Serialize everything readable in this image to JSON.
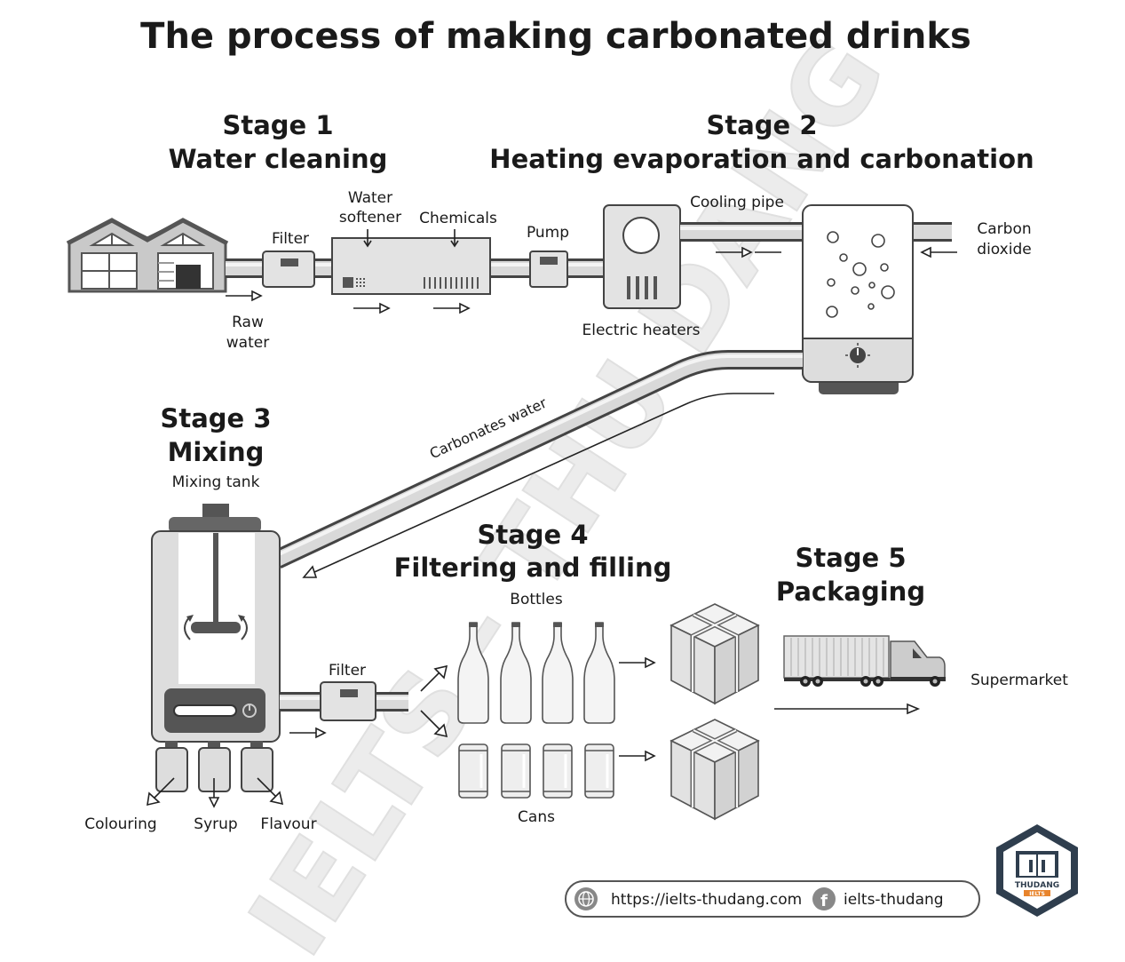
{
  "title": "The process of making carbonated drinks",
  "stages": {
    "s1": {
      "number": "Stage 1",
      "name": "Water cleaning"
    },
    "s2": {
      "number": "Stage 2",
      "name": "Heating evaporation and carbonation"
    },
    "s3": {
      "number": "Stage 3",
      "name": "Mixing"
    },
    "s4": {
      "number": "Stage 4",
      "name": "Filtering and filling"
    },
    "s5": {
      "number": "Stage 5",
      "name": "Packaging"
    }
  },
  "labels": {
    "filter_1": "Filter",
    "water_softener_l1": "Water",
    "water_softener_l2": "softener",
    "chemicals": "Chemicals",
    "pump": "Pump",
    "raw_water_l1": "Raw",
    "raw_water_l2": "water",
    "electric_heaters": "Electric heaters",
    "cooling_pipe": "Cooling pipe",
    "carbon_dioxide_l1": "Carbon",
    "carbon_dioxide_l2": "dioxide",
    "carbonates_water": "Carbonates water",
    "mixing_tank": "Mixing tank",
    "filter_2": "Filter",
    "bottles": "Bottles",
    "cans": "Cans",
    "colouring": "Colouring",
    "syrup": "Syrup",
    "flavour": "Flavour",
    "supermarket": "Supermarket"
  },
  "footer": {
    "website": "https://ielts-thudang.com",
    "facebook": "ielts-thudang",
    "logo_text": "THUDANG",
    "logo_sub": "IELTS"
  },
  "watermark": "IELTS - THU DANG",
  "colors": {
    "pipe": "#d9d9d9",
    "outline": "#444444",
    "logo_orange": "#e8842c",
    "logo_navy": "#2f3e4e"
  },
  "icons": [
    "warehouse-icon",
    "globe-icon",
    "facebook-icon",
    "book-logo-icon",
    "truck-icon",
    "box-icon",
    "bottle-icon",
    "can-icon"
  ]
}
